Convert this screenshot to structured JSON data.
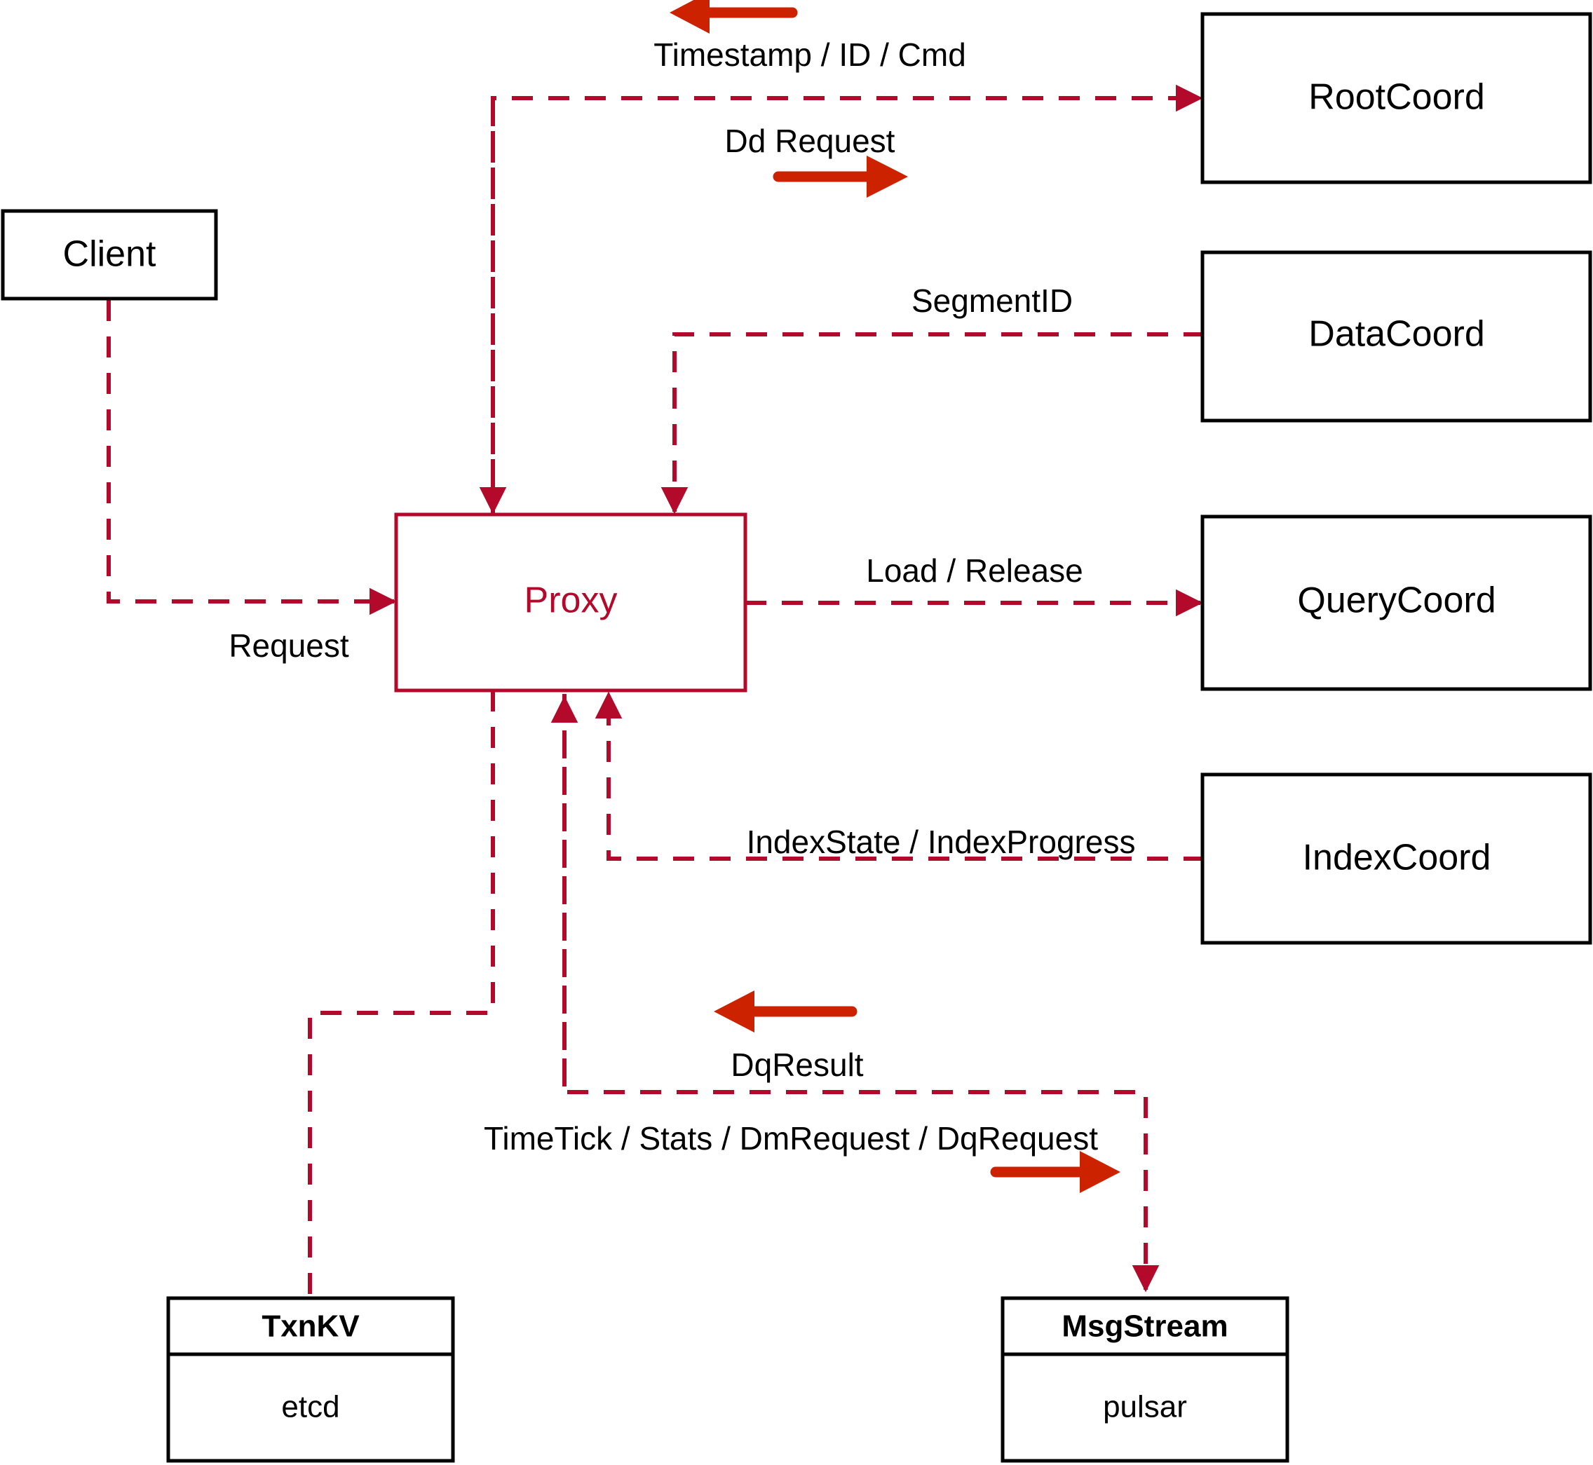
{
  "diagram": {
    "title": "Proxy component interaction diagram",
    "colors": {
      "edge": "#b3092b",
      "proxy": "#b3092b",
      "node_stroke": "#000000",
      "flow_arrow": "#cc2200",
      "background": "#ffffff"
    },
    "nodes": [
      {
        "id": "client",
        "label": "Client"
      },
      {
        "id": "proxy",
        "label": "Proxy"
      },
      {
        "id": "rootcoord",
        "label": "RootCoord"
      },
      {
        "id": "datacoord",
        "label": "DataCoord"
      },
      {
        "id": "querycoord",
        "label": "QueryCoord"
      },
      {
        "id": "indexcoord",
        "label": "IndexCoord"
      }
    ],
    "store_nodes": [
      {
        "id": "txnkv",
        "title": "TxnKV",
        "impl": "etcd"
      },
      {
        "id": "msgstream",
        "title": "MsgStream",
        "impl": "pulsar"
      }
    ],
    "edge_labels": [
      {
        "id": "timestamp-id-cmd",
        "text": "Timestamp / ID / Cmd"
      },
      {
        "id": "dd-request",
        "text": "Dd Request"
      },
      {
        "id": "segment-id",
        "text": "SegmentID"
      },
      {
        "id": "load-release",
        "text": "Load / Release"
      },
      {
        "id": "index-state",
        "text": "IndexState / IndexProgress"
      },
      {
        "id": "request",
        "text": "Request"
      },
      {
        "id": "dq-result",
        "text": "DqResult"
      },
      {
        "id": "timetick-stats",
        "text": "TimeTick / Stats / DmRequest / DqRequest"
      }
    ],
    "flow_arrows": [
      {
        "id": "timestamp-flow-arrow",
        "direction": "left",
        "label_ref": "timestamp-id-cmd"
      },
      {
        "id": "dd-request-flow-arrow",
        "direction": "right",
        "label_ref": "dd-request"
      },
      {
        "id": "dq-result-flow-arrow",
        "direction": "left",
        "label_ref": "dq-result"
      },
      {
        "id": "timetick-flow-arrow",
        "direction": "right",
        "label_ref": "timetick-stats"
      }
    ]
  }
}
